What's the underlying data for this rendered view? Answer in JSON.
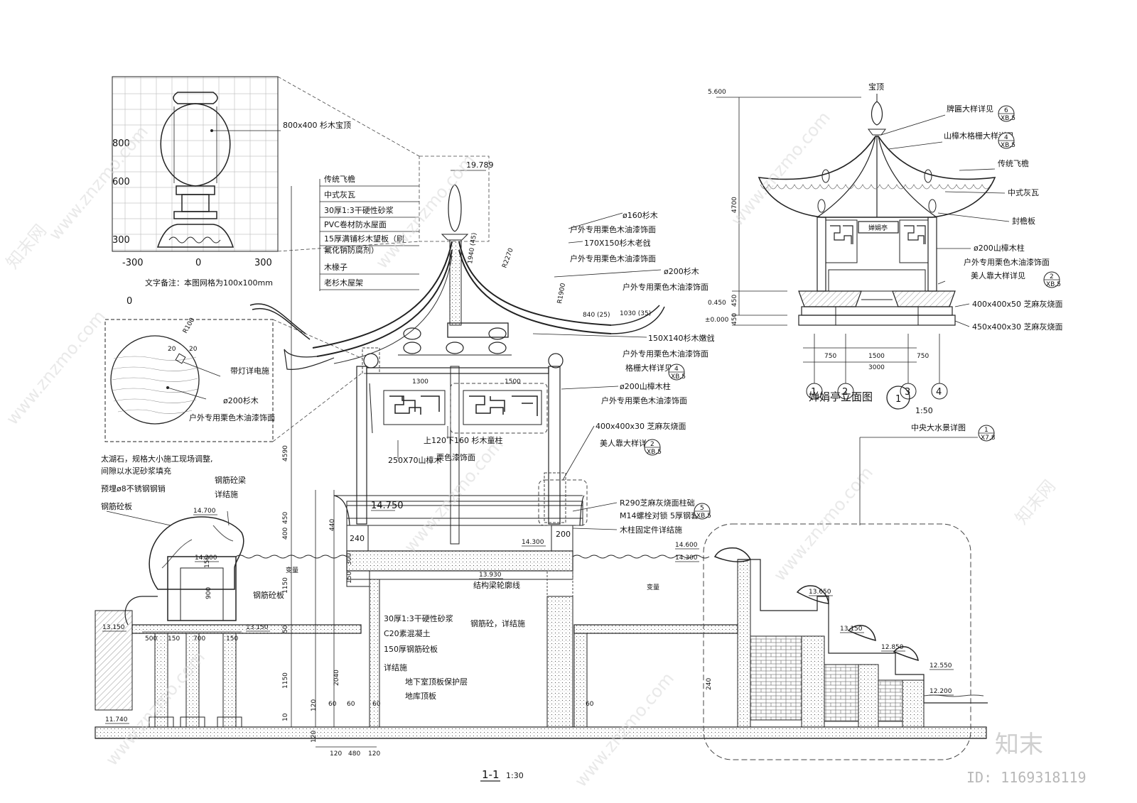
{
  "detail_finial": {
    "label": "800x400 杉木宝顶",
    "y_ticks": [
      "800",
      "600",
      "300"
    ],
    "x_ticks": [
      "-300",
      "0",
      "300"
    ],
    "note": "文字备注：本图网格为100x100mm",
    "zero": "0"
  },
  "detail_beam_end": {
    "radius": "R100",
    "dim_a": "20",
    "dim_b": "20",
    "label_light": "带灯详电施",
    "label_size": "ø200杉木",
    "label_finish": "户外专用栗色木油漆饰面"
  },
  "roof_layers": [
    "传统飞檐",
    "中式灰瓦",
    "30厚1:3干硬性砂浆",
    "PVC卷材防水屋面",
    "15厚满铺杉木望板（刷",
    "氟化钠防腐剂）",
    "木椽子",
    "老杉木屋架"
  ],
  "section_labels": {
    "top_dim": "19.789",
    "rafter": "ø160杉木",
    "rafter_finish": "户外专用栗色木油漆饰面",
    "purlin": "170X150杉木老戗",
    "purlin_finish": "户外专用栗色木油漆饰面",
    "beam": "ø200杉木",
    "beam_finish": "户外专用栗色木油漆饰面",
    "tender": "150X140杉木嫩戗",
    "tender_finish": "户外专用栗色木油漆饰面",
    "lattice_ref": "格栅大样详见",
    "column": "ø200山樟木柱",
    "column_finish": "户外专用栗色木油漆饰面",
    "lintel": "上120下160  杉木童柱",
    "lintel_finish": "栗色漆饰面",
    "lintel_beam": "250X70山樟木",
    "bench_top": "400x400x30  芝麻灰烧面",
    "bench_ref": "美人靠大样详见",
    "base": "R290芝麻灰烧面柱础",
    "bolt": "M14螺栓对锁 5厚钢套",
    "fixing": "木柱固定件详结施",
    "struct_line": "结构梁轮廓线",
    "rock": "太湖石，规格大小施工现场调整,",
    "rock2": "间隙以水泥砂浆填充",
    "pin": "预埋ø8不锈钢钢销",
    "rc_slab": "钢筋砼板",
    "rc_wall": "钢筋砼梁",
    "rc_wall2": "详结施",
    "rc_slab2": "钢筋砼板",
    "mortar": "30厚1:3干硬性砂浆",
    "concrete": "C20素混凝土",
    "rc150": "150厚钢筋砼板",
    "detail_struct": "详结施",
    "rc_detail": "钢筋砼，详结施",
    "protect": "地下室顶板保护层",
    "garage": "地库顶板",
    "variable": "变量",
    "variable2": "变量",
    "water_ref": "中央大水景详图",
    "section_title": "1-1",
    "section_scale": "1:30"
  },
  "elevations": [
    "14.700",
    "14.750",
    "14.200",
    "14.300",
    "13.930",
    "13.150",
    "13.150",
    "11.740",
    "14.600",
    "14.300",
    "13.650",
    "13.150",
    "12.850",
    "12.550",
    "12.200"
  ],
  "dims": {
    "h4590": "4590",
    "h450": "450",
    "h400": "400",
    "h300": "300",
    "h150": "150",
    "h1150": "1150",
    "h50": "50",
    "h2040": "2040",
    "h1150b": "1150",
    "h10": "10",
    "h120": "120",
    "d440": "440",
    "d240": "240",
    "d200": "200",
    "d900": "900",
    "d500": "500",
    "d150a": "150",
    "d700": "700",
    "d150b": "150",
    "d120a": "120",
    "d60a": "60",
    "d60b": "60",
    "d120b": "120",
    "d480": "480",
    "d120c": "120",
    "d60c": "60",
    "d60d": "60",
    "d1300": "1300",
    "d1500": "1500",
    "d240b": "240",
    "r2270": "R2270",
    "r1900": "R1900",
    "r840": "840 (25)",
    "r1030": "1030 (35)",
    "r1940": "1940 (45)"
  },
  "elevation_view": {
    "top_level": "5.600",
    "finial": "宝顶",
    "h4700": "4700",
    "h450a": "450",
    "h450b": "450",
    "lvl450": "0.450",
    "lvl0": "±0.000",
    "w750a": "750",
    "w1500": "1500",
    "w750b": "750",
    "w3000": "3000",
    "plaque": "婵娟亭",
    "axes": [
      "1",
      "2",
      "3",
      "4"
    ],
    "title": "婵娟亭立面图",
    "title_num": "1",
    "scale": "1:50",
    "labels": [
      "牌匾大样详见",
      "山樟木格栅大样详见",
      "传统飞檐",
      "中式灰瓦",
      "封檐板",
      "ø200山樟木柱",
      "户外专用栗色木油漆饰面",
      "美人靠大样详见",
      "400x400x50  芝麻灰烧面",
      "450x400x30  芝麻灰烧面"
    ],
    "ref_nums": [
      "6",
      "4",
      "2"
    ],
    "ref_sheets": [
      "XB.5",
      "XB.5",
      "XB.5"
    ]
  },
  "callout_refs": [
    {
      "num": "4",
      "sheet": "XB.5"
    },
    {
      "num": "2",
      "sheet": "XB.5"
    },
    {
      "num": "5",
      "sheet": "XB.5"
    },
    {
      "num": "1",
      "sheet": "X7.8"
    }
  ],
  "watermark": {
    "brand": "知末",
    "site": "www.znzmo.com",
    "site_cn": "知末网",
    "id": "ID: 1169318119"
  }
}
